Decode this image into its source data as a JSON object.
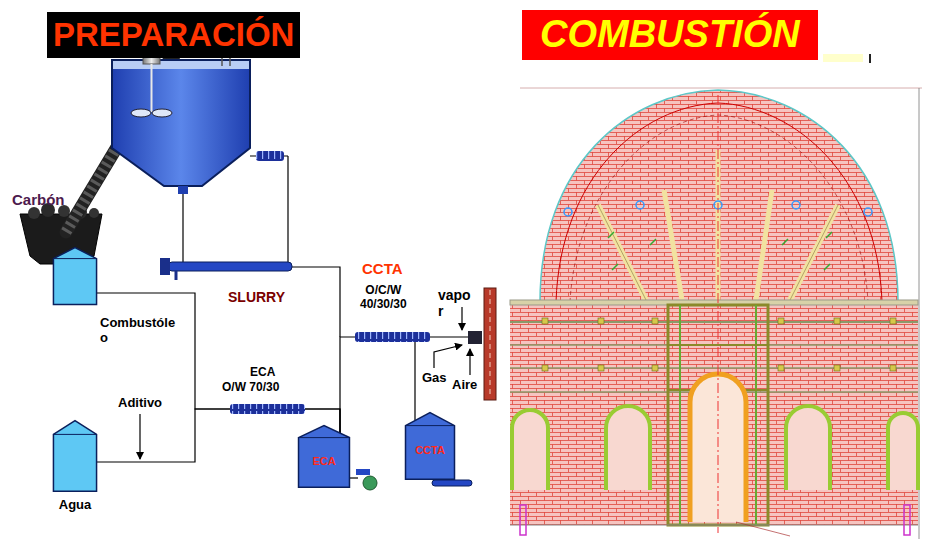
{
  "diagram": {
    "nodes": [
      {
        "text": [
          "PREPARACIÓN"
        ]
      },
      {
        "text": [
          "COMBUSTIÓN"
        ]
      },
      {
        "text": [
          "Combustóle o"
        ]
      },
      {
        "text": [
          "Agua"
        ]
      },
      {
        "text": [
          "ECA"
        ]
      },
      {
        "text": [
          "CCTA"
        ]
      }
    ],
    "edges": [
      {
        "from": 2,
        "to": 4,
        "arrow": "none"
      },
      {
        "from": 3,
        "to": 4,
        "arrow": "none"
      },
      {
        "from": 4,
        "to": 5,
        "arrow": "none"
      }
    ],
    "labels": [
      "Aditivo",
      "Agua",
      "Carbón",
      "SLURRY",
      "CCTA",
      "O/C/W 40/30/30",
      "vapo r",
      "ECA",
      "O/W 70/30",
      "Gas",
      "Aire",
      "Aditivo"
    ]
  }
}
